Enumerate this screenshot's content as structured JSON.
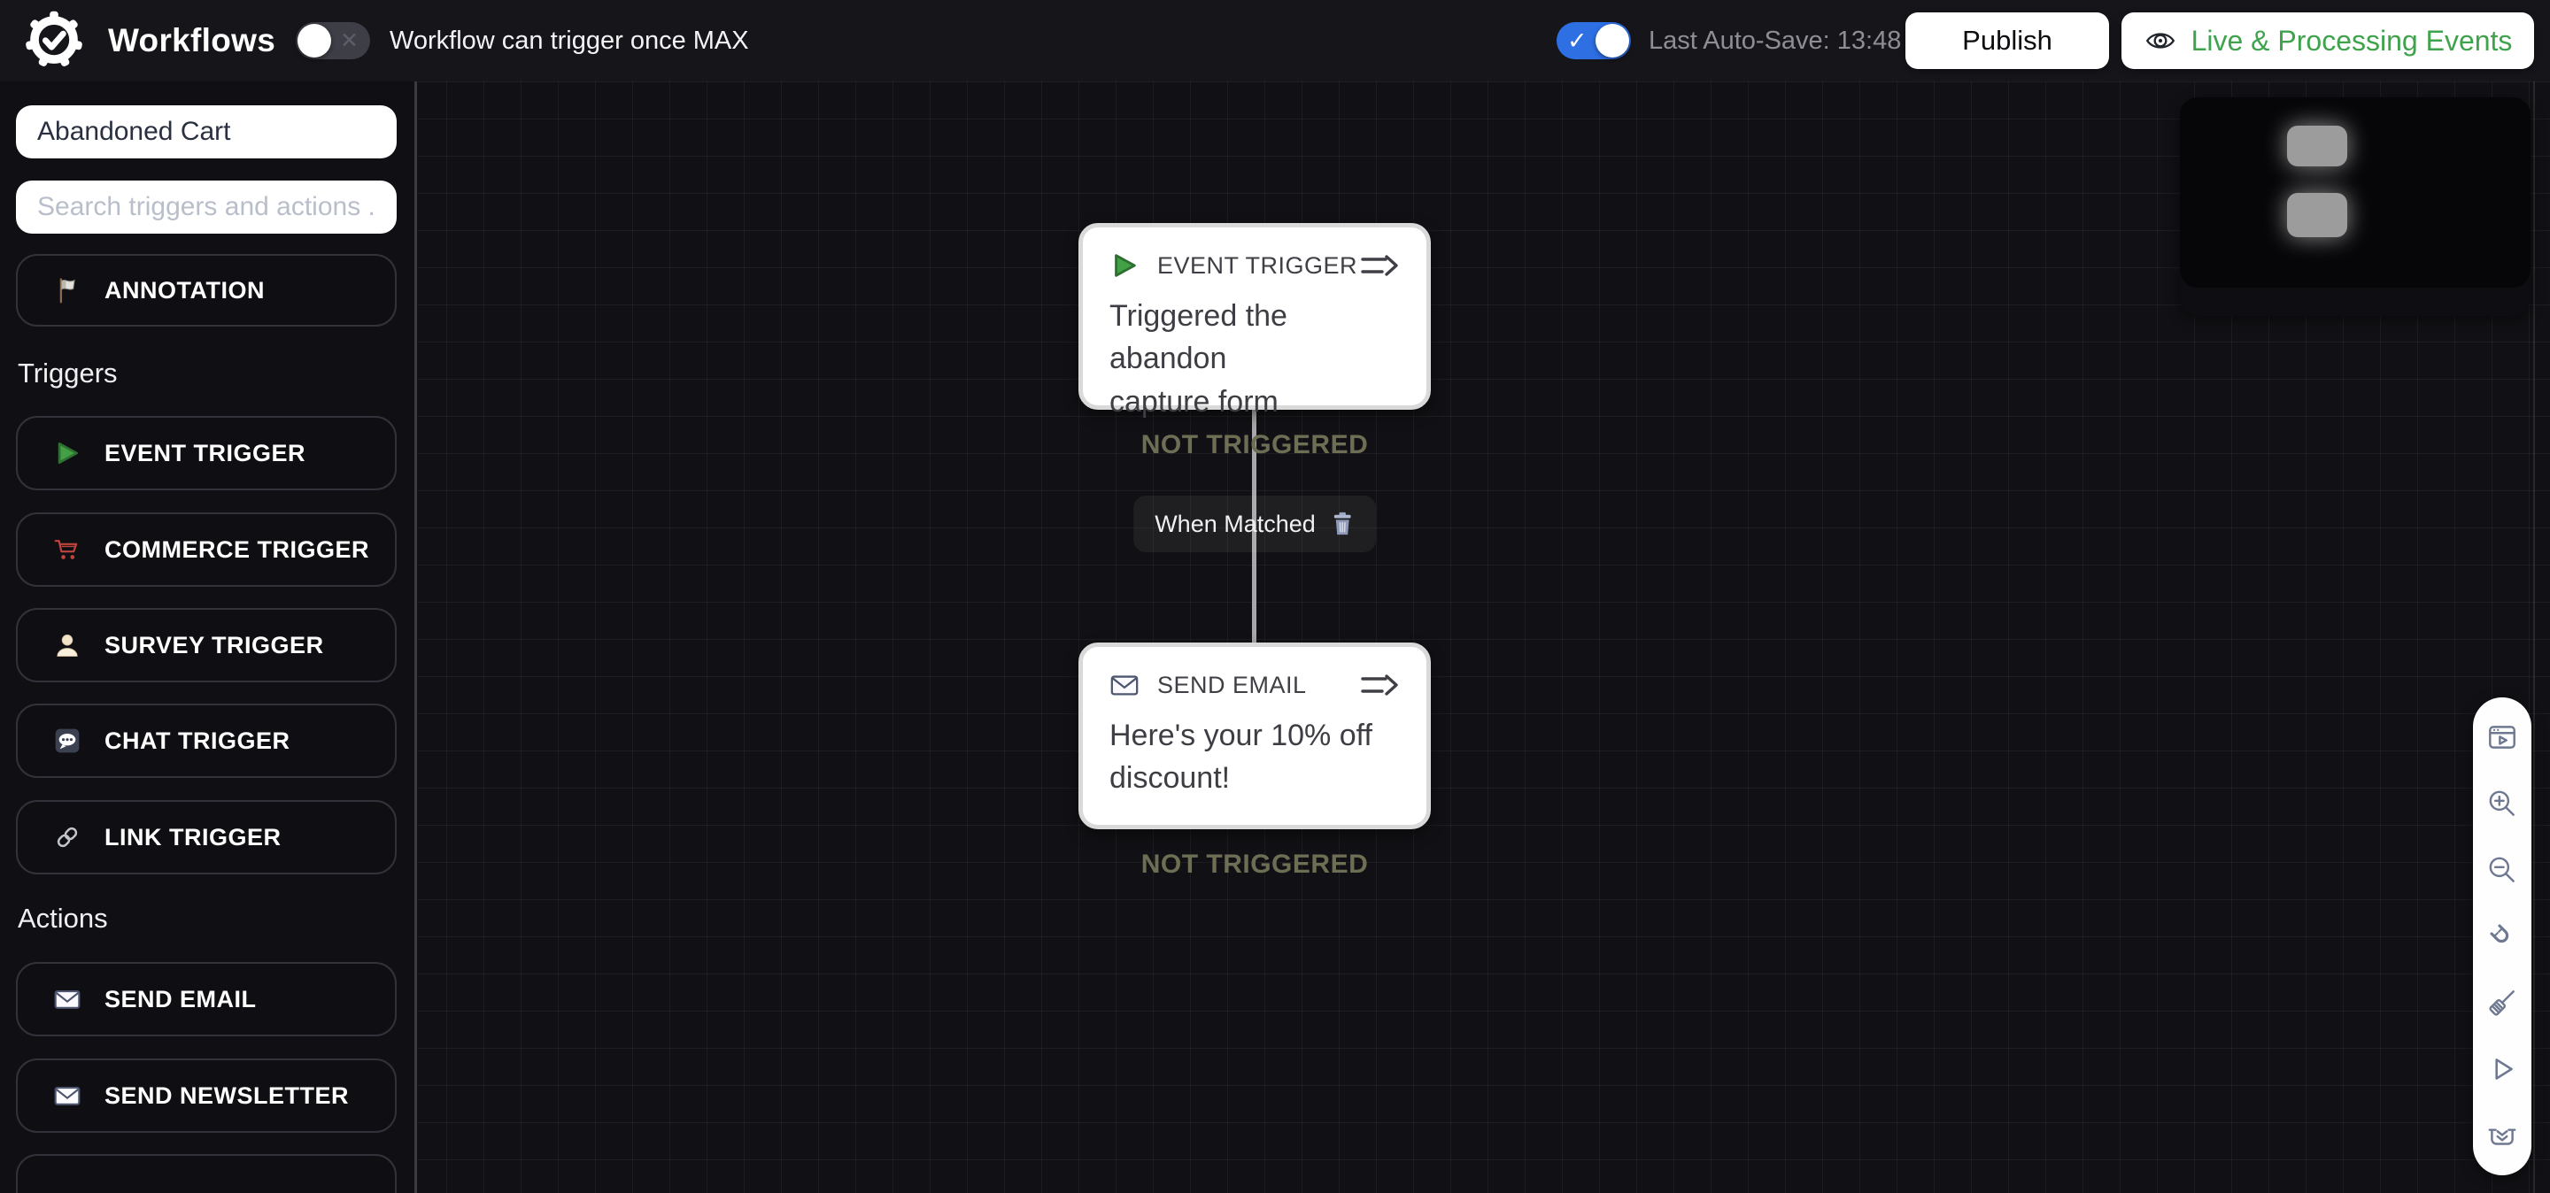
{
  "topbar": {
    "title": "Workflows",
    "trigger_once": {
      "state": "off",
      "label": "Workflow can trigger once MAX"
    },
    "autosave": {
      "state": "on",
      "label": "Last Auto-Save: 13:48"
    },
    "publish_label": "Publish",
    "live_events_label": "Live & Processing Events"
  },
  "sidebar": {
    "workflow_name": "Abandoned Cart",
    "search_placeholder": "Search triggers and actions ...",
    "annotation_label": "ANNOTATION",
    "triggers_section_label": "Triggers",
    "actions_section_label": "Actions",
    "triggers": [
      {
        "label": "EVENT TRIGGER",
        "icon": "green-play-icon"
      },
      {
        "label": "COMMERCE TRIGGER",
        "icon": "shopping-cart-icon"
      },
      {
        "label": "SURVEY TRIGGER",
        "icon": "person-icon"
      },
      {
        "label": "CHAT TRIGGER",
        "icon": "chat-bubble-icon"
      },
      {
        "label": "LINK TRIGGER",
        "icon": "link-icon"
      }
    ],
    "actions": [
      {
        "label": "SEND EMAIL",
        "icon": "envelope-icon"
      },
      {
        "label": "SEND NEWSLETTER",
        "icon": "envelope-icon"
      }
    ]
  },
  "canvas": {
    "nodes": [
      {
        "type_label": "EVENT TRIGGER",
        "icon": "green-play-icon",
        "title": "Triggered the abandon\ncapture form",
        "status": "NOT TRIGGERED"
      },
      {
        "type_label": "SEND EMAIL",
        "icon": "envelope-icon",
        "title": "Here's your 10% off\ndiscount!",
        "status": "NOT TRIGGERED"
      }
    ],
    "edge_label": "When Matched"
  },
  "minimap": {
    "node_blocks": 2
  },
  "toolbar": {
    "icons": [
      "video-preview",
      "zoom-in",
      "zoom-out",
      "magnet-snap",
      "sweep-clean",
      "play-run",
      "collapse-stack"
    ]
  },
  "colors": {
    "accent_green": "#3fa34d",
    "toggle_blue": "#2f6fe4",
    "status_olive": "#6e6e55",
    "node_border": "#d9d9d9",
    "canvas_bg": "#111115"
  }
}
